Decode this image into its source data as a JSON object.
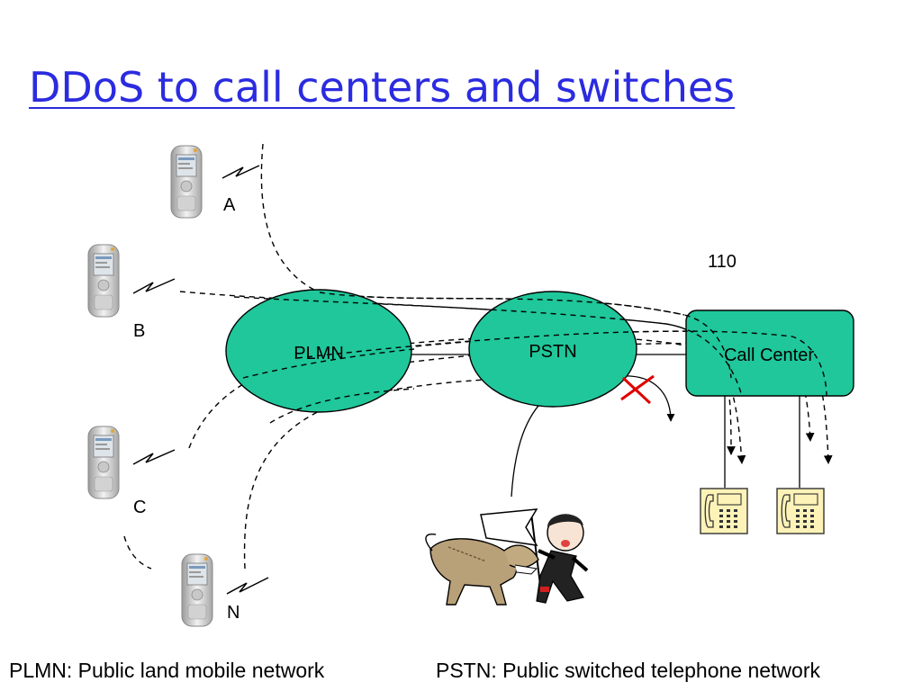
{
  "title": "DDoS to call centers and switches",
  "phones": [
    {
      "label": "A"
    },
    {
      "label": "B"
    },
    {
      "label": "C"
    },
    {
      "label": "N"
    }
  ],
  "networks": {
    "plmn": "PLMN",
    "pstn": "PSTN",
    "call_center": "Call Center",
    "call_center_number": "110"
  },
  "legend": {
    "plmn": "PLMN: Public land mobile network",
    "pstn": "PSTN: Public switched telephone network"
  },
  "colors": {
    "title": "#2b2be0",
    "network_fill": "#1fc79a",
    "phone_fill": "#fdf3b8",
    "block_mark": "#e00000"
  }
}
